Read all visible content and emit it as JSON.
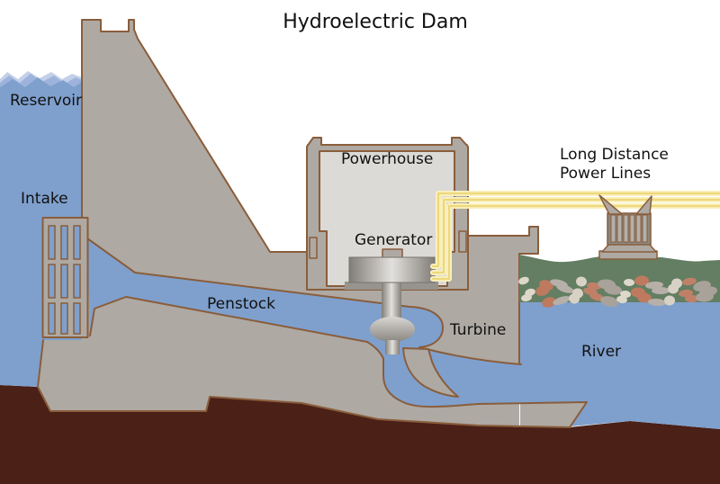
{
  "diagram_title": "Hydroelectric Dam",
  "labels": {
    "reservoir": "Reservoir",
    "intake": "Intake",
    "penstock": "Penstock",
    "powerhouse": "Powerhouse",
    "generator": "Generator",
    "turbine": "Turbine",
    "river": "River",
    "power_lines_line1": "Long Distance",
    "power_lines_line2": "Power Lines"
  },
  "colors": {
    "water": "#7FA0CD",
    "water_wave_light": "#C3D0E8",
    "water_wave_mid": "#9DB3DB",
    "structure_gray": "#AEA9A3",
    "structure_light": "#DCDAD7",
    "outline_brown": "#8A5D3B",
    "ground_brown": "#4A2017",
    "bank_green": "#637E62",
    "wire_core": "#EDD87A",
    "wire_glow": "#FAF0BE",
    "stone_palette": [
      "#DED8CA",
      "#BE7A5F",
      "#B7B0A8",
      "#D8D2C6",
      "#C08068",
      "#A9A29A"
    ],
    "label_text": "#111111",
    "background": "#FFFFFF"
  }
}
